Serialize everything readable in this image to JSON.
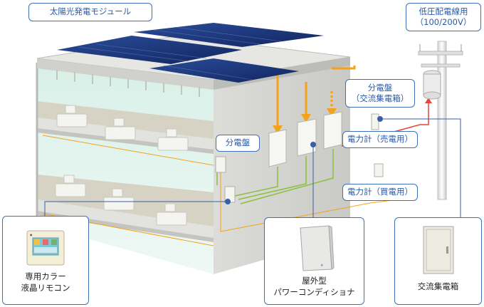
{
  "labels": {
    "solar_module": "太陽光発電モジュール",
    "power_line": [
      "低圧配電線用",
      "（100/200V）"
    ],
    "dist_board_ac": [
      "分電盤",
      "（交流集電箱）"
    ],
    "dist_board": "分電盤",
    "meter_sell": "電力計（売電用）",
    "meter_buy": "電力計（買電用）"
  },
  "panels": {
    "remote": [
      "専用カラー",
      "液晶リモコン"
    ],
    "conditioner": [
      "屋外型",
      "パワーコンディショナ"
    ],
    "collector": "交流集電箱"
  },
  "colors": {
    "label_border": "#3f6fb8",
    "label_text": "#2a5aa6",
    "dc_line": "#f5a21b",
    "ac_line": "#8cbf3f",
    "grid_line": "#e8443a",
    "pointer": "#3a5fa8"
  }
}
